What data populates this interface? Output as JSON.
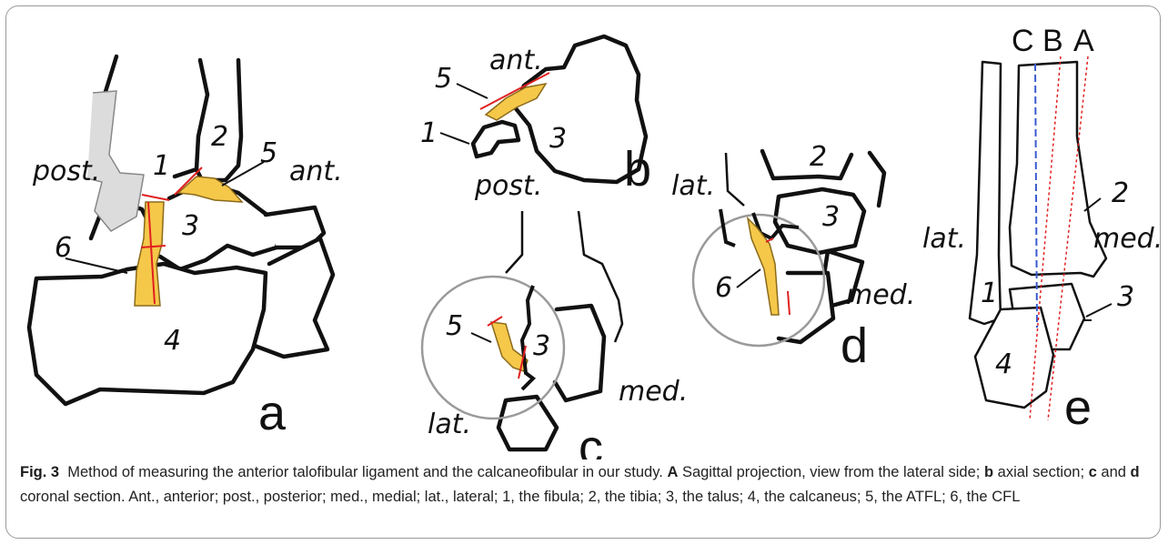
{
  "panels": {
    "a": {
      "letter": "a",
      "labels": {
        "post": "post.",
        "ant": "ant.",
        "n1": "1",
        "n2": "2",
        "n3": "3",
        "n4": "4",
        "n5": "5",
        "n6": "6"
      }
    },
    "b": {
      "letter": "b",
      "labels": {
        "ant": "ant.",
        "post": "post.",
        "n1": "1",
        "n3": "3",
        "n5": "5"
      }
    },
    "c": {
      "letter": "c",
      "labels": {
        "med": "med.",
        "lat": "lat.",
        "n3": "3",
        "n5": "5"
      }
    },
    "d": {
      "letter": "d",
      "labels": {
        "lat": "lat.",
        "med": "med.",
        "n2": "2",
        "n3": "3",
        "n6": "6"
      }
    },
    "e": {
      "letter": "e",
      "labels": {
        "C": "C",
        "B": "B",
        "A": "A",
        "lat": "lat.",
        "med": "med.",
        "n1": "1",
        "n2": "2",
        "n3": "3",
        "n4": "4"
      }
    }
  },
  "colors": {
    "ligament": "#f5c84a",
    "measure": "#e02020",
    "axis_c": "#3a5bd0",
    "frame": "#9a9a9a"
  },
  "caption": {
    "fig_label": "Fig. 3",
    "intro": "Method of measuring the anterior talofibular ligament and the calcaneofibular in our study.",
    "A_label": "A",
    "A_text": "Sagittal projection, view from the lateral side;",
    "b_label": "b",
    "b_text": "axial section;",
    "c_label": "c",
    "and": "and",
    "d_label": "d",
    "d_text": "coronal section. Ant., anterior; post., posterior; med., medial; lat., lateral; 1, the fibula; 2, the tibia; 3, the talus; 4, the calcaneus; 5, the ATFL; 6, the CFL"
  }
}
